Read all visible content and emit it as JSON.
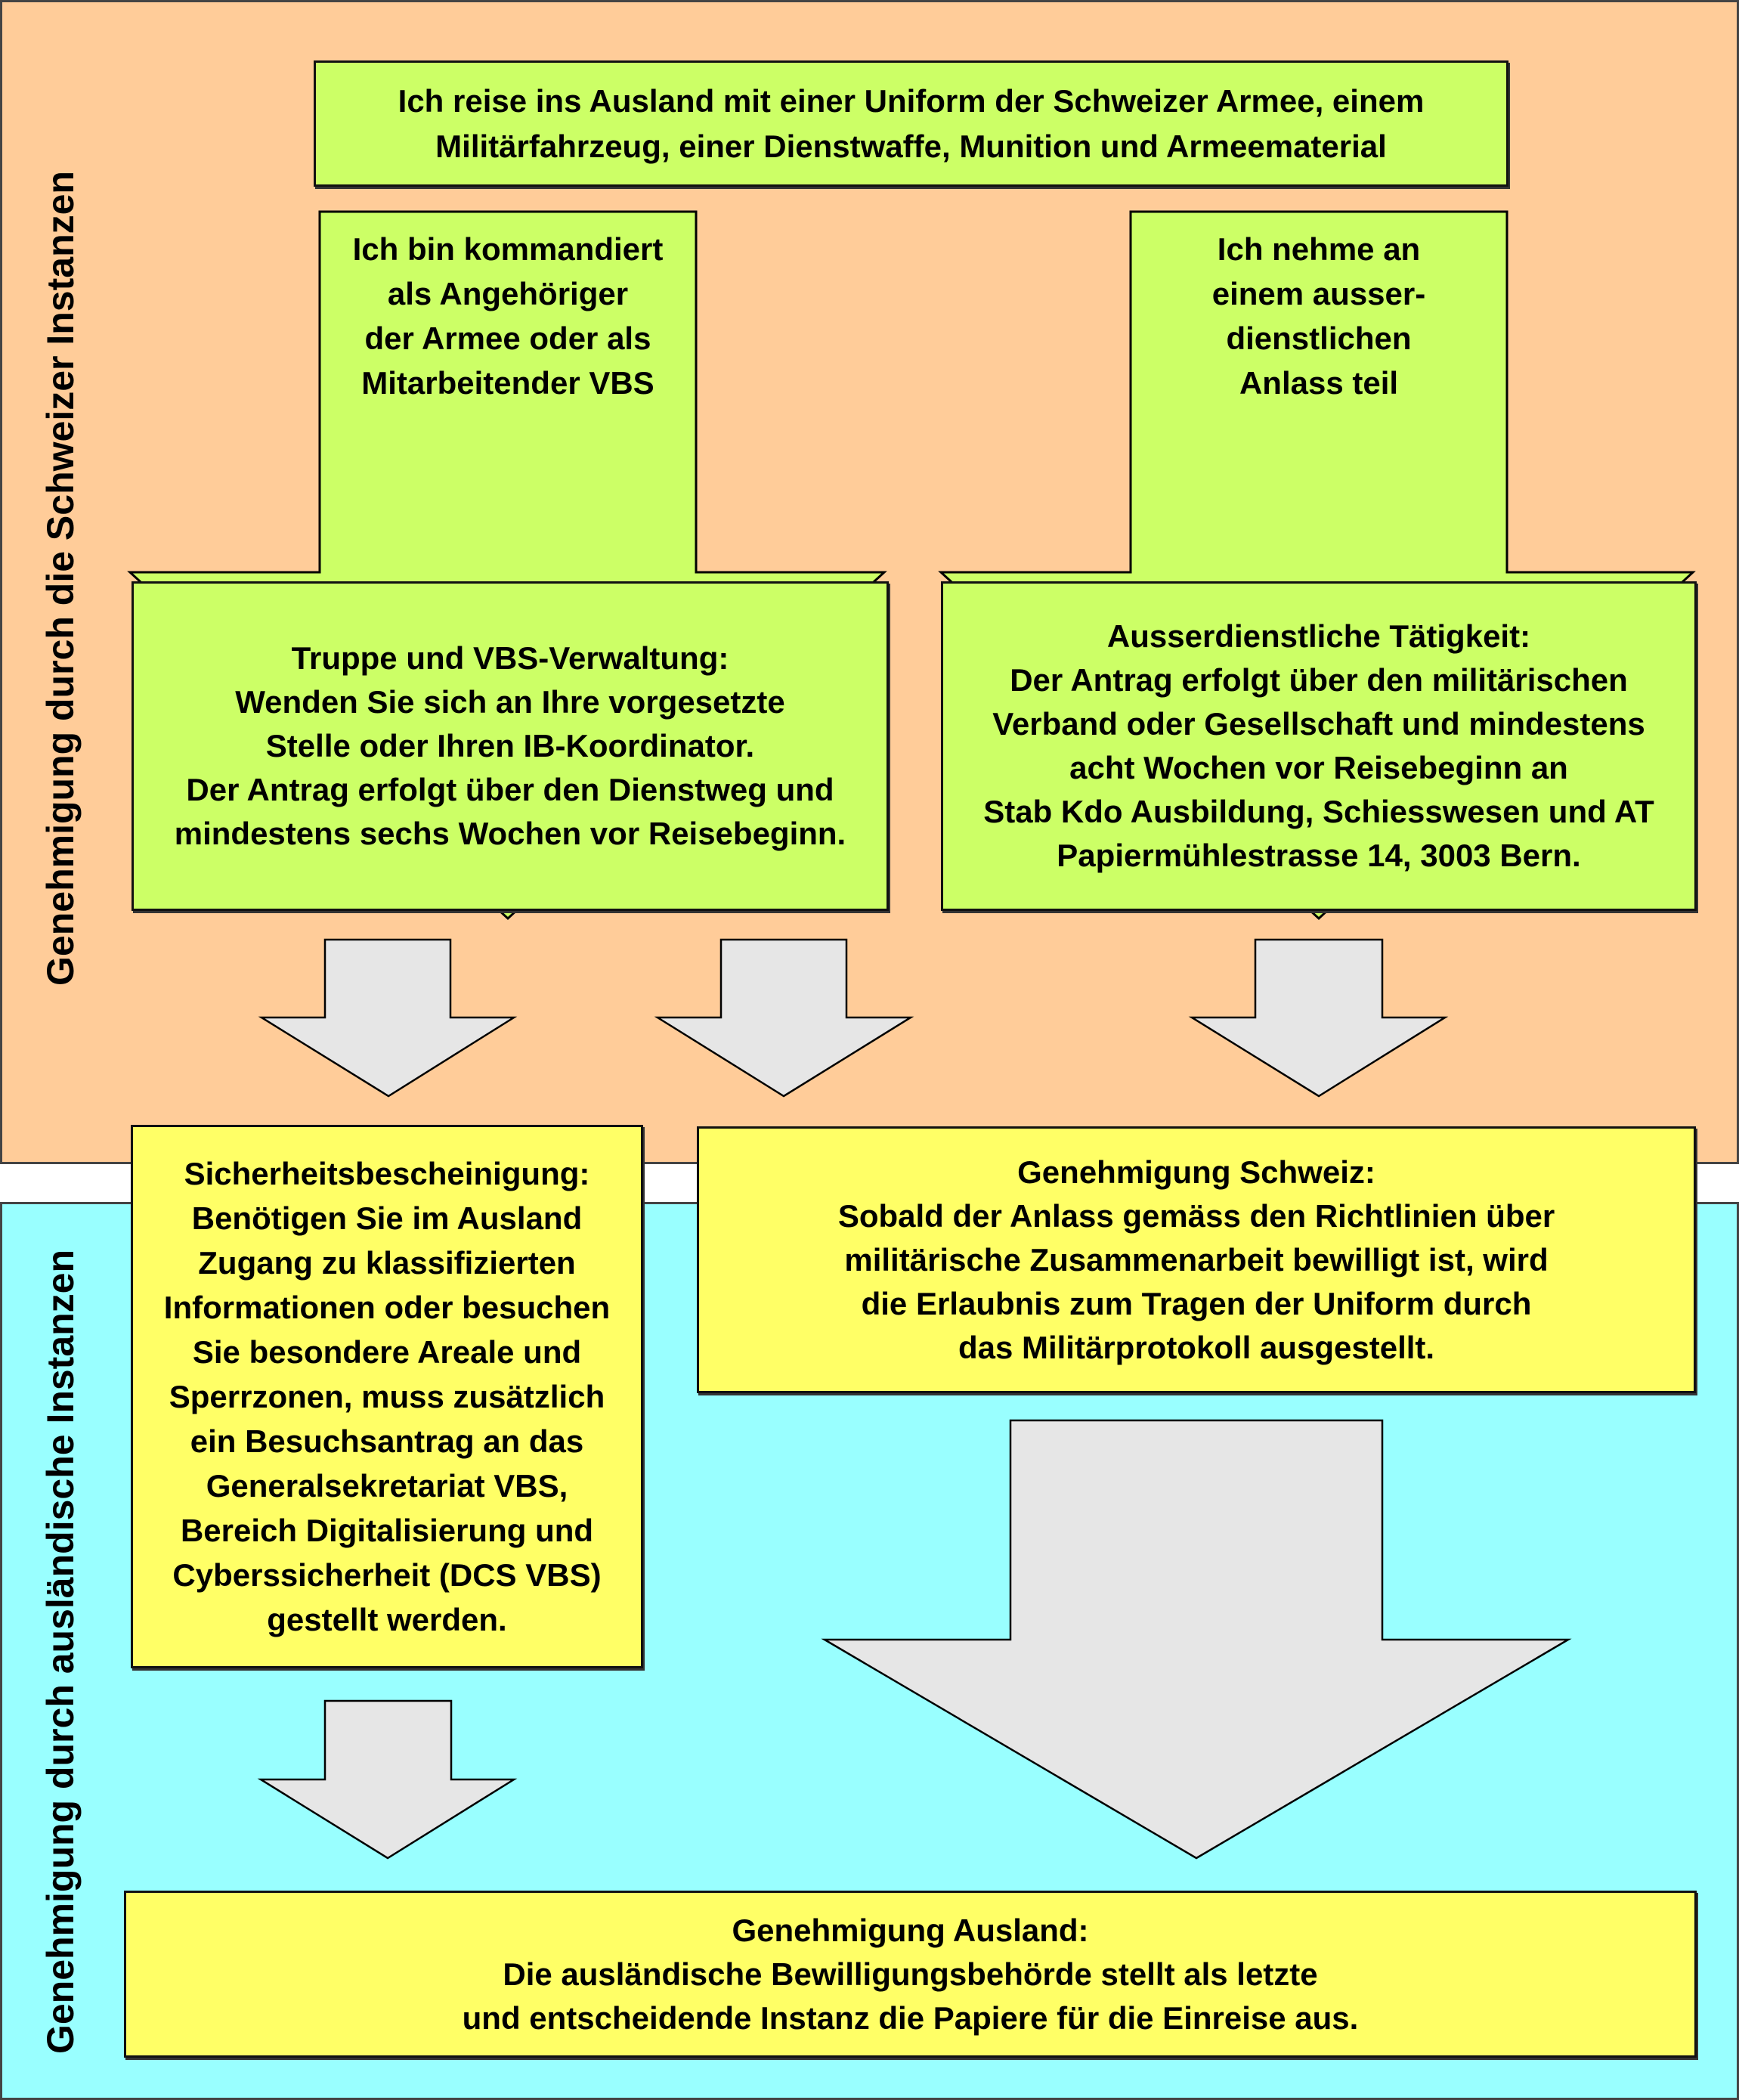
{
  "colors": {
    "swiss_region_bg": "#FFCC99",
    "foreign_region_bg": "#99FFFF",
    "green_box": "#CCFF66",
    "yellow_box": "#FFFF66",
    "gray_arrow": "#E6E6E6"
  },
  "regions": {
    "swiss": {
      "label": "Genehmigung durch die Schweizer Instanzen"
    },
    "foreign": {
      "label": "Genehmigung durch ausländische Instanzen"
    }
  },
  "top_box": {
    "lines": [
      "Ich reise ins Ausland mit einer Uniform der Schweizer Armee, einem",
      "Militärfahrzeug, einer Dienstwaffe, Munition und Armeematerial"
    ]
  },
  "branch_arrows": {
    "left": {
      "lines": [
        "Ich bin kommandiert",
        "als Angehöriger",
        "der Armee oder als",
        "Mitarbeitender VBS"
      ]
    },
    "right": {
      "lines": [
        "Ich nehme an",
        "einem ausser-",
        "dienstlichen",
        "Anlass teil"
      ]
    }
  },
  "truppe_box": {
    "title": "Truppe und VBS-Verwaltung:",
    "lines": [
      "Wenden Sie sich an Ihre vorgesetzte",
      "Stelle oder Ihren IB-Koordinator.",
      "Der Antrag erfolgt über den Dienstweg und",
      "mindestens sechs Wochen vor Reisebeginn."
    ]
  },
  "ausser_box": {
    "title": "Ausserdienstliche Tätigkeit:",
    "lines": [
      "Der Antrag erfolgt über den militärischen",
      "Verband oder Gesellschaft und mindestens",
      "acht Wochen vor Reisebeginn an",
      "Stab Kdo Ausbildung, Schiesswesen und AT",
      "Papiermühlestrasse 14, 3003 Bern."
    ]
  },
  "sicher_box": {
    "title": "Sicherheitsbescheinigung:",
    "lines": [
      "Benötigen Sie im Ausland",
      "Zugang zu klassifizierten",
      "Informationen oder besuchen",
      "Sie besondere Areale und",
      "Sperrzonen, muss zusätzlich",
      "ein Besuchsantrag an das",
      "Generalsekretariat VBS,",
      "Bereich Digitalisierung und",
      "Cyberssicherheit (DCS VBS)",
      "gestellt werden."
    ]
  },
  "schweiz_box": {
    "title": "Genehmigung Schweiz:",
    "lines": [
      "Sobald der Anlass gemäss den Richtlinien über",
      "militärische Zusammenarbeit bewilligt ist, wird",
      "die Erlaubnis zum Tragen der Uniform durch",
      "das Militärprotokoll ausgestellt."
    ]
  },
  "ausland_box": {
    "title": "Genehmigung Ausland:",
    "lines": [
      "Die ausländische Bewilligungsbehörde stellt als letzte",
      "und entscheidende Instanz die Papiere für die Einreise aus."
    ]
  }
}
